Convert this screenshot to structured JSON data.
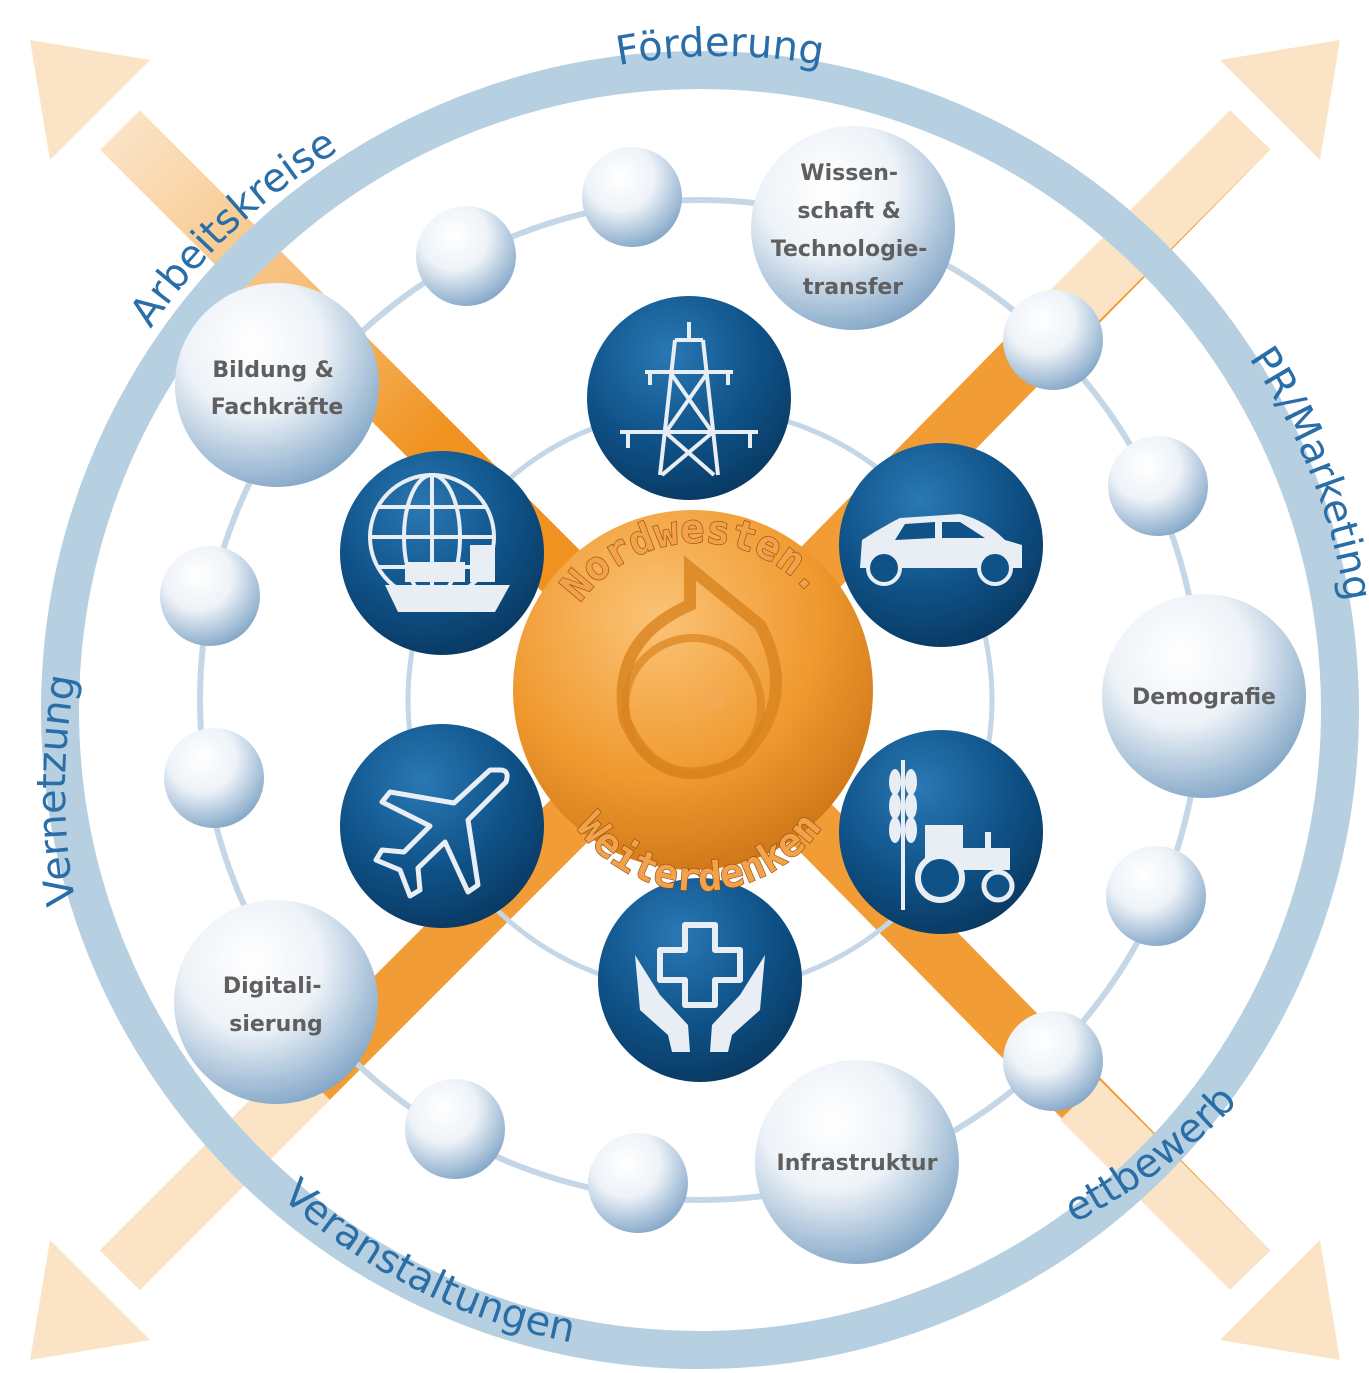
{
  "ring_labels": {
    "top": "Förderung",
    "upper_left": "Arbeitskreise",
    "right": "PR/Marketing",
    "left": "Vernetzung",
    "bottom_right": "Wettbewerbe",
    "bottom": "Veranstaltungen"
  },
  "center": {
    "line_top": "Nordwesten.",
    "line_bottom": "Weiterdenken"
  },
  "topics": {
    "wissenschaft": [
      "Wissen-",
      "schaft &",
      "Technologie-",
      "transfer"
    ],
    "bildung": [
      "Bildung &",
      "Fachkräfte"
    ],
    "demografie": [
      "Demografie"
    ],
    "digital": [
      "Digitali-",
      "sierung"
    ],
    "infrastruktur": [
      "Infrastruktur"
    ]
  },
  "icons": {
    "energy": "power-pylon-icon",
    "automotive": "car-icon",
    "logistics": "globe-ship-icon",
    "aviation": "airplane-icon",
    "agriculture": "wheat-tractor-icon",
    "health": "cross-hands-icon"
  },
  "colors": {
    "ring_blue": "#b6cfe1",
    "text_blue": "#2a6ea8",
    "arrow_orange": "#f0921f",
    "arrow_pale": "#fbe3c6",
    "icon_dark_blue": "#0e4d82",
    "center_orange": "#f09a30"
  }
}
